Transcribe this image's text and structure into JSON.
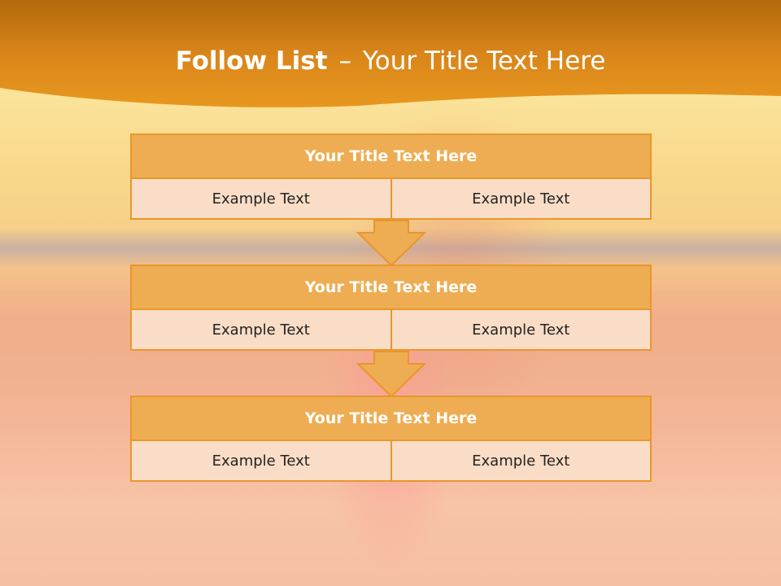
{
  "slide": {
    "title_bold": "Follow List",
    "title_separator": "–",
    "title_rest": "Your Title Text Here"
  },
  "blocks": [
    {
      "title": "Your Title Text Here",
      "left": "Example Text",
      "right": "Example Text"
    },
    {
      "title": "Your Title Text Here",
      "left": "Example Text",
      "right": "Example Text"
    },
    {
      "title": "Your Title Text Here",
      "left": "Example Text",
      "right": "Example Text"
    }
  ],
  "colors": {
    "banner": "#e08b1a",
    "header_fill": "#eead52",
    "cell_fill": "#f9ddc6",
    "border": "#e9962c"
  }
}
